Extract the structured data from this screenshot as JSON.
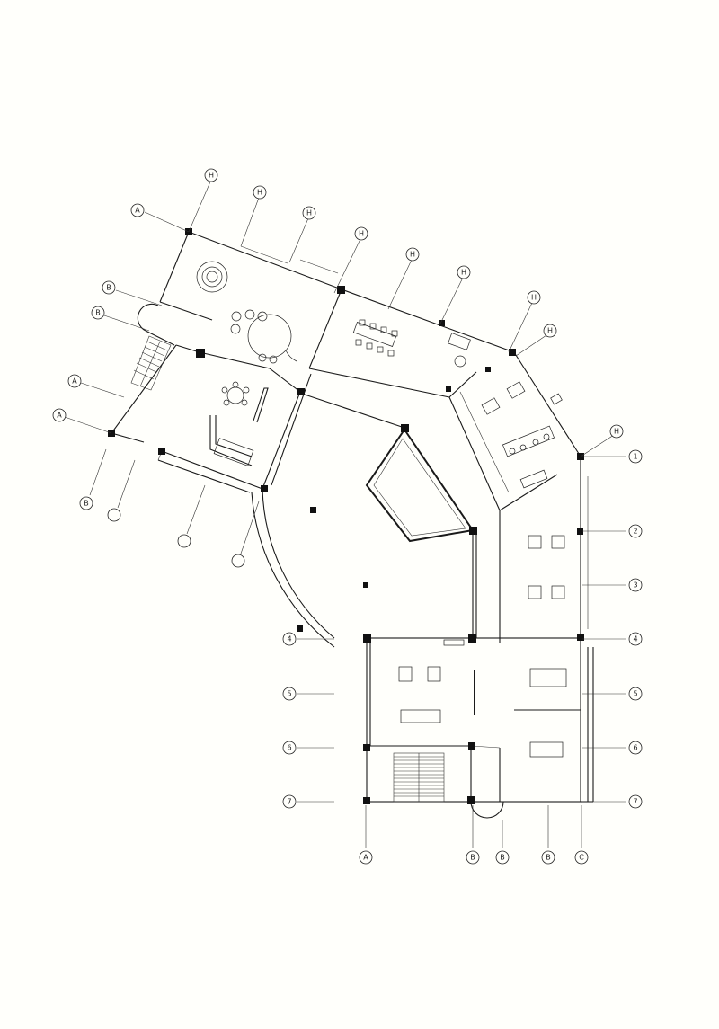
{
  "grid": {
    "right": [
      "1",
      "2",
      "3",
      "4",
      "5",
      "6",
      "7"
    ],
    "left": [
      "4",
      "5",
      "6",
      "7"
    ],
    "bottom": [
      "A",
      "B",
      "B",
      "B",
      "C"
    ],
    "top": [
      "H",
      "H",
      "H",
      "H",
      "H",
      "H",
      "H",
      "H",
      "H"
    ],
    "west": [
      "A",
      "B",
      "B",
      "A",
      "A",
      "B"
    ]
  }
}
